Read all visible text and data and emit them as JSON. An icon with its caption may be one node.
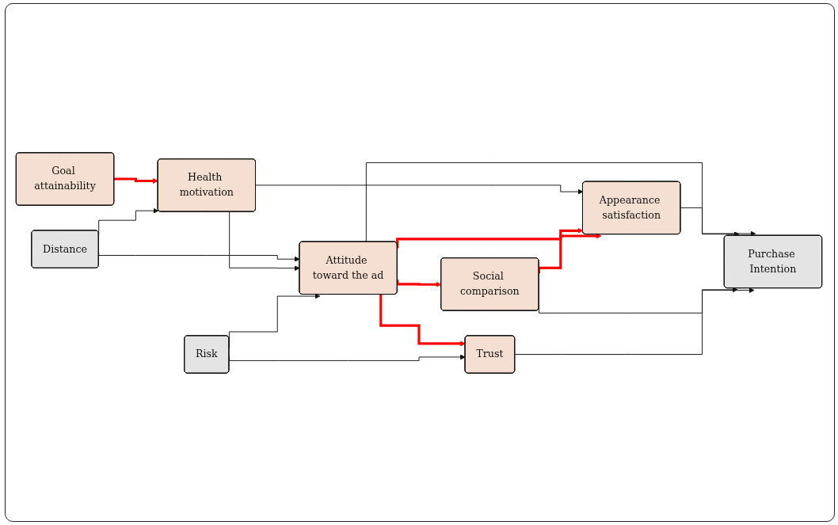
{
  "diagram": {
    "nodes": [
      {
        "text": [
          "Appearance satisfaction"
        ]
      },
      {
        "text": [
          "Social comparison"
        ]
      },
      {
        "text": [
          "Goal attainability"
        ]
      },
      {
        "text": [
          "Health motivation"
        ]
      },
      {
        "text": [
          "Attitude toward the ad"
        ]
      },
      {
        "text": [
          "Purchase Intention"
        ]
      },
      {
        "text": [
          "Distance"
        ]
      },
      {
        "text": [
          "Trust"
        ]
      },
      {
        "text": [
          "Risk"
        ]
      }
    ],
    "edges": [
      {
        "from": 2,
        "to": 3,
        "arrow": "to",
        "style": "thick",
        "color": "#ff0000"
      },
      {
        "from": 6,
        "to": 3,
        "arrow": "to"
      },
      {
        "from": 6,
        "to": 4,
        "arrow": "to"
      },
      {
        "from": 3,
        "to": 4,
        "arrow": "to"
      },
      {
        "from": 3,
        "to": 0,
        "arrow": "to"
      },
      {
        "from": 4,
        "to": 0,
        "arrow": "to",
        "style": "thick",
        "color": "#ff0000"
      },
      {
        "from": 4,
        "to": 1,
        "arrow": "to",
        "style": "thick",
        "color": "#ff0000"
      },
      {
        "from": 4,
        "to": 7,
        "arrow": "to",
        "style": "thick",
        "color": "#ff0000"
      },
      {
        "from": 4,
        "to": 5,
        "arrow": "to"
      },
      {
        "from": 1,
        "to": 0,
        "arrow": "to",
        "style": "thick",
        "color": "#ff0000"
      },
      {
        "from": 0,
        "to": 5,
        "arrow": "to"
      },
      {
        "from": 1,
        "to": 5,
        "arrow": "to"
      },
      {
        "from": 7,
        "to": 5,
        "arrow": "to"
      },
      {
        "from": 8,
        "to": 7,
        "arrow": "to"
      },
      {
        "from": 8,
        "to": 4,
        "arrow": "to"
      }
    ]
  }
}
